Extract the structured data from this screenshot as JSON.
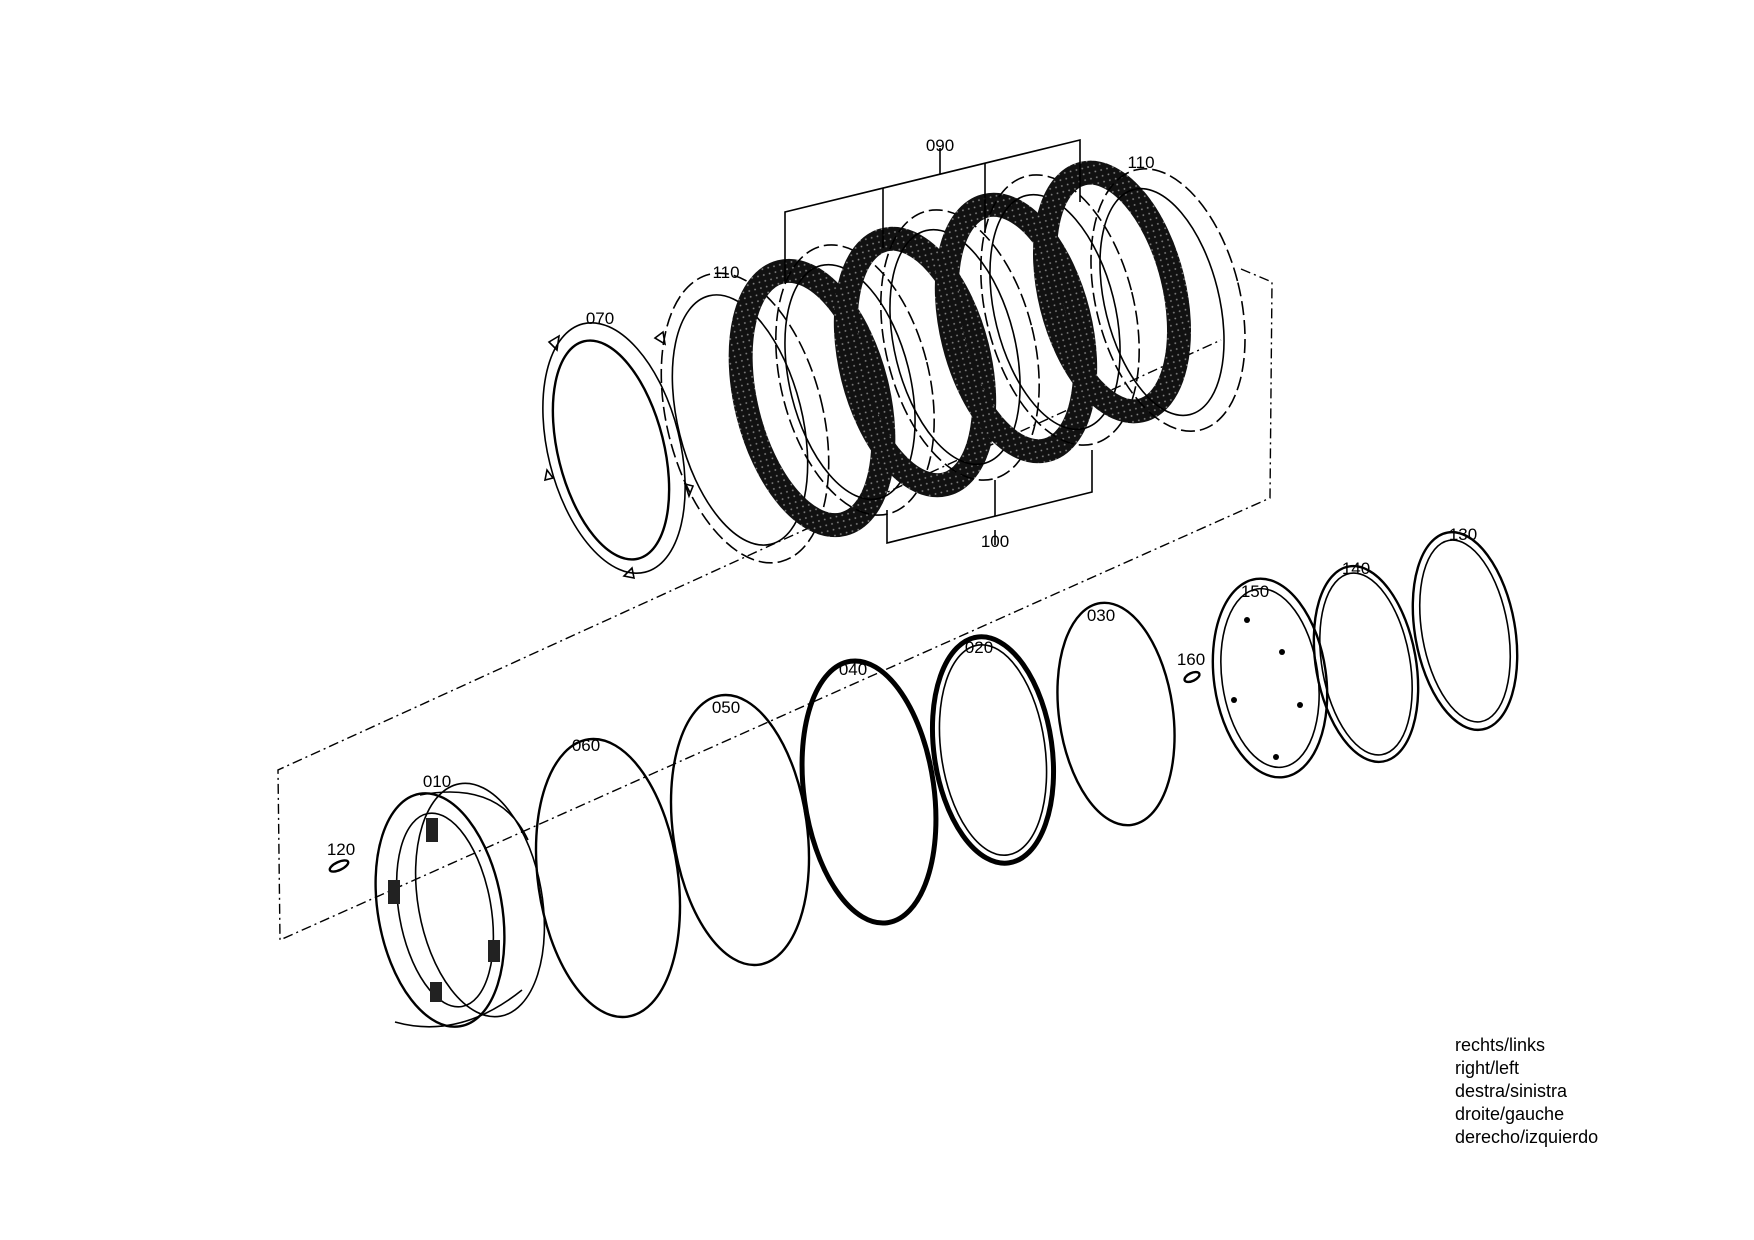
{
  "labels": {
    "p010": "010",
    "p020": "020",
    "p030": "030",
    "p040": "040",
    "p050": "050",
    "p060": "060",
    "p070": "070",
    "p090": "090",
    "p100": "100",
    "p110_left": "110",
    "p110_right": "110",
    "p120": "120",
    "p130": "130",
    "p140": "140",
    "p150": "150",
    "p160": "160"
  },
  "legend": [
    "rechts/links",
    "right/left",
    "destra/sinistra",
    "droite/gauche",
    "derecho/izquierdo"
  ]
}
